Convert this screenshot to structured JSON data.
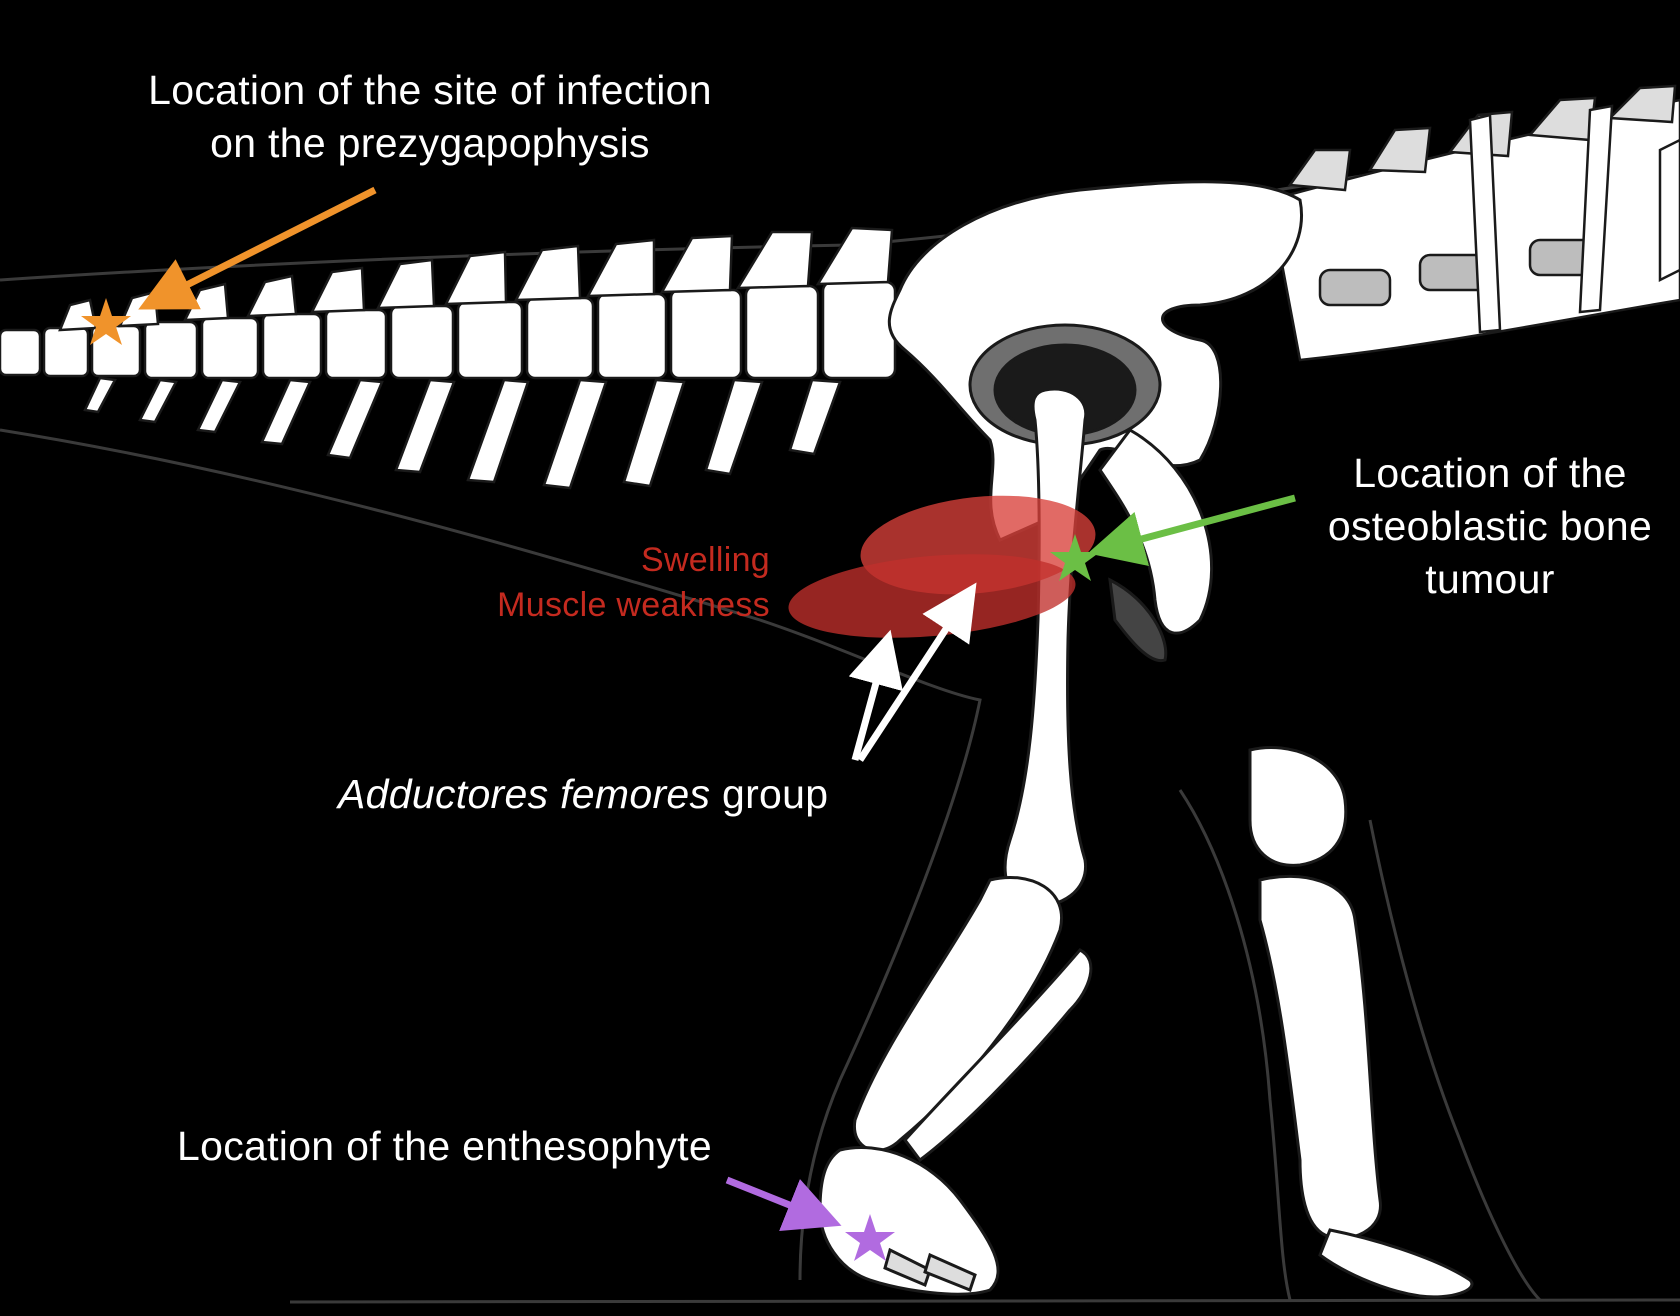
{
  "labels": {
    "infection": {
      "line1": "Location of the site of infection",
      "line2": "on the prezygapophysis"
    },
    "tumour": {
      "line1": "Location of the",
      "line2": "osteoblastic bone",
      "line3": "tumour"
    },
    "swelling": {
      "line1": "Swelling",
      "line2": "Muscle weakness"
    },
    "adductores": {
      "italic": "Adductores femores",
      "rest": " group"
    },
    "enthesophyte": "Location of the enthesophyte"
  },
  "colors": {
    "background": "#000000",
    "bone": "#ffffff",
    "infection_marker": "#f0932b",
    "tumour_marker": "#6bbf45",
    "enthesophyte_marker": "#b16be0",
    "swelling": "#d9403a",
    "swelling_text": "#c42a1f",
    "pointer": "#ffffff"
  },
  "markers": [
    "star-icon-orange",
    "star-icon-green",
    "star-icon-purple"
  ]
}
